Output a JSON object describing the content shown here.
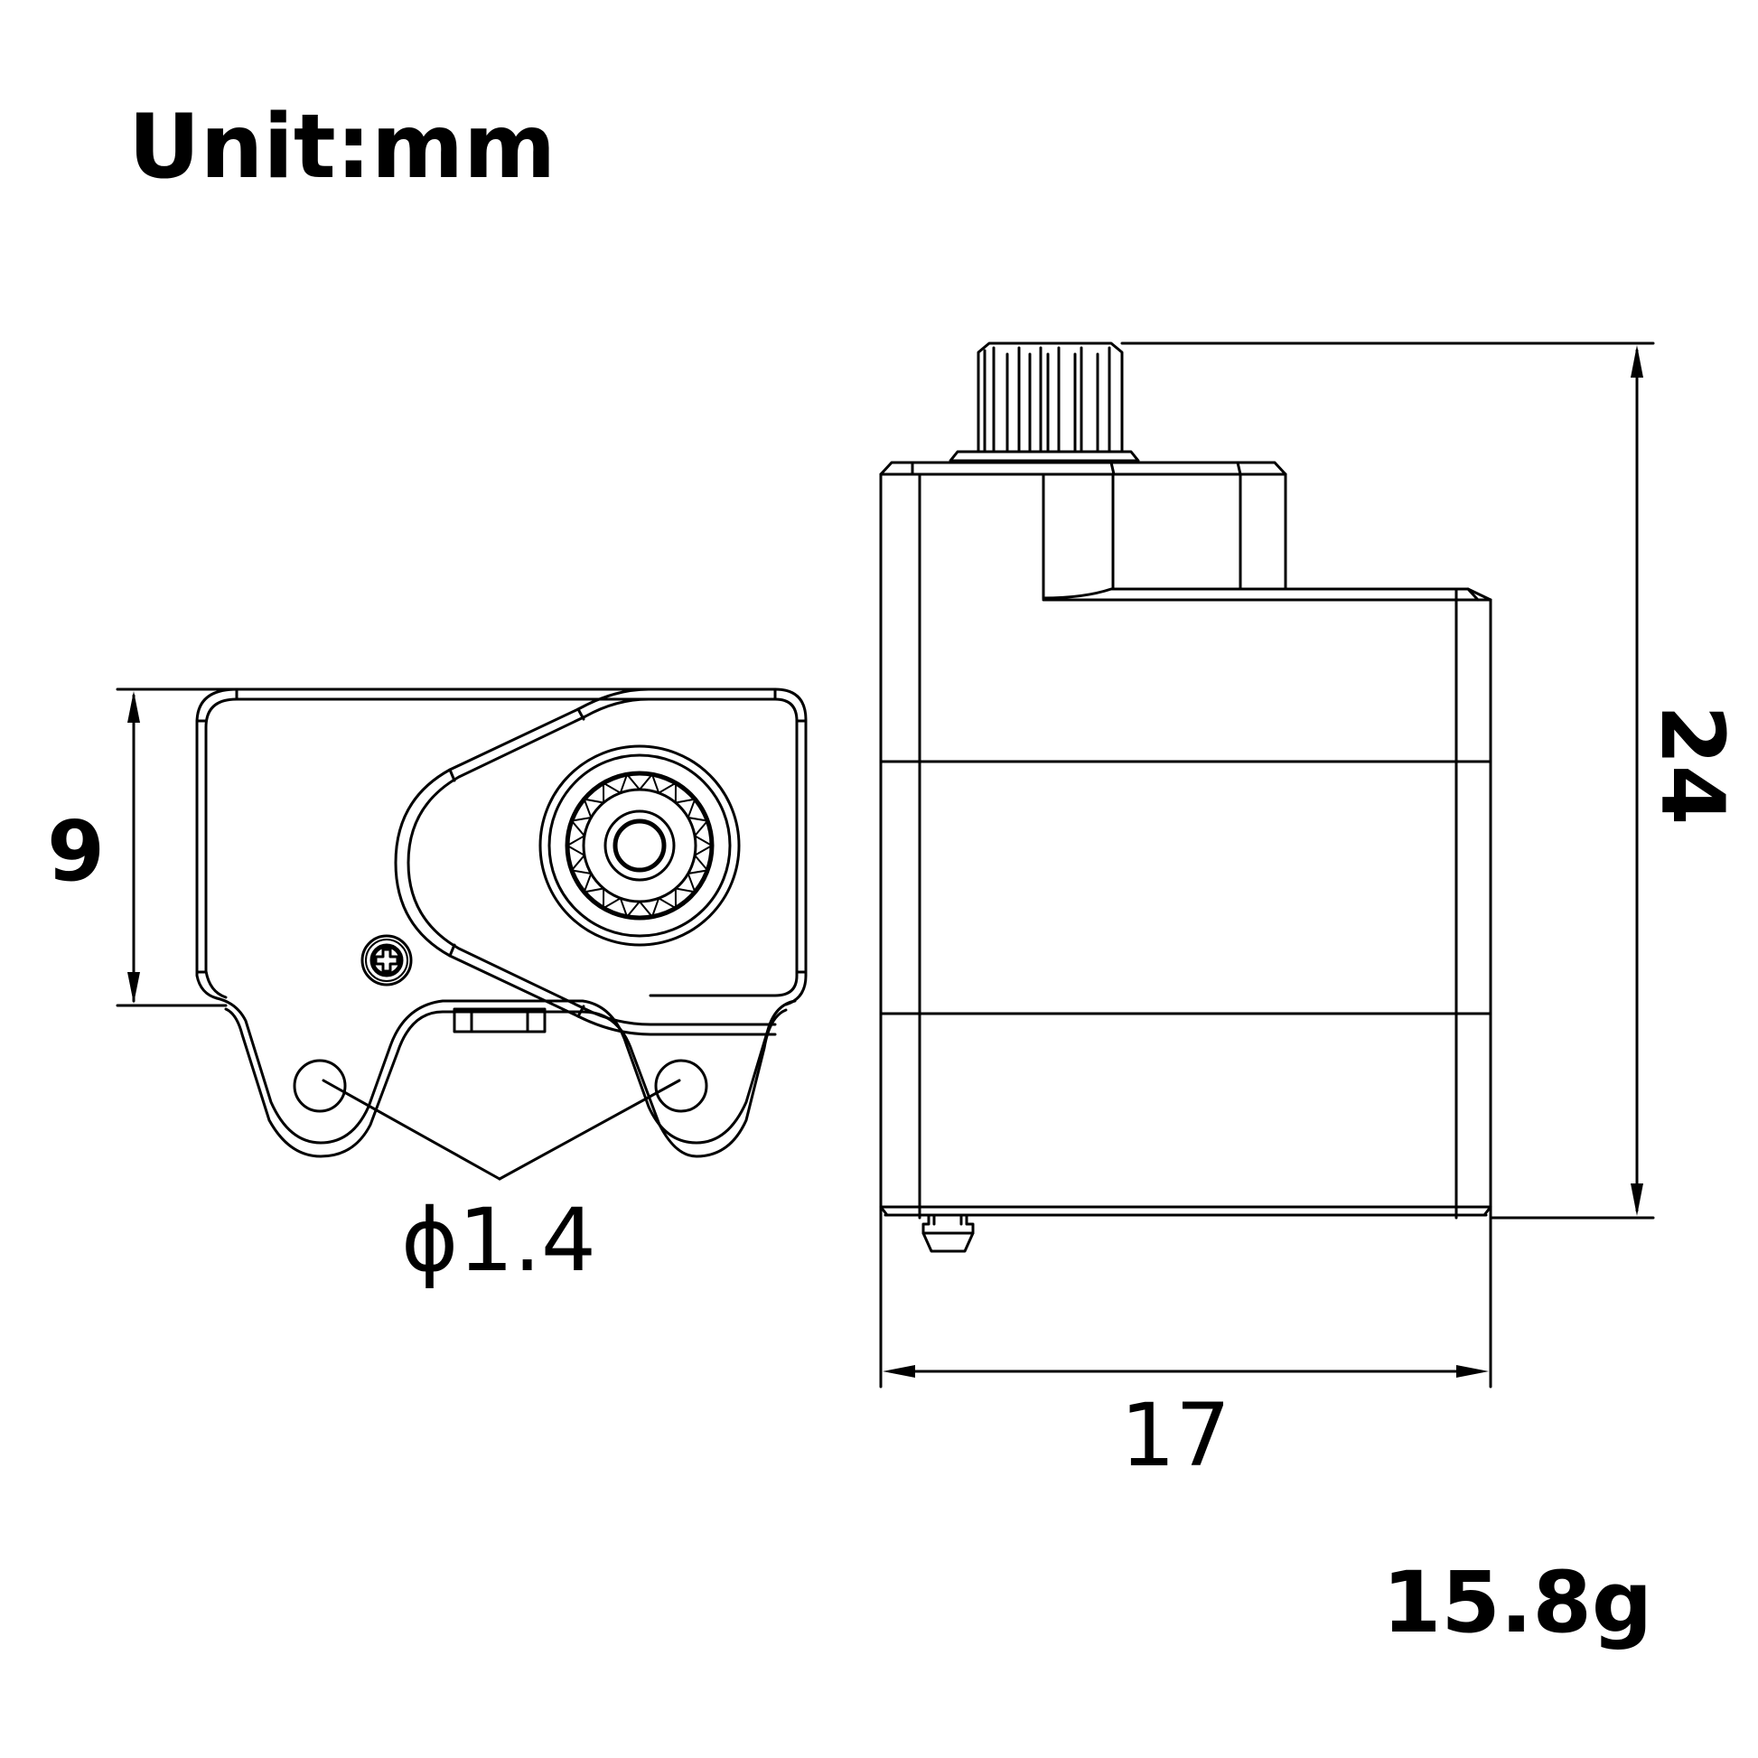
{
  "title": "Unit:mm",
  "front_view": {
    "height_dimension": "9",
    "hole_diameter_label": "ϕ1.4",
    "hole_count": 2
  },
  "side_view": {
    "height_dimension": "24",
    "width_dimension": "17"
  },
  "weight": "15.8g",
  "colors": {
    "line": "#000000",
    "background": "#ffffff"
  }
}
